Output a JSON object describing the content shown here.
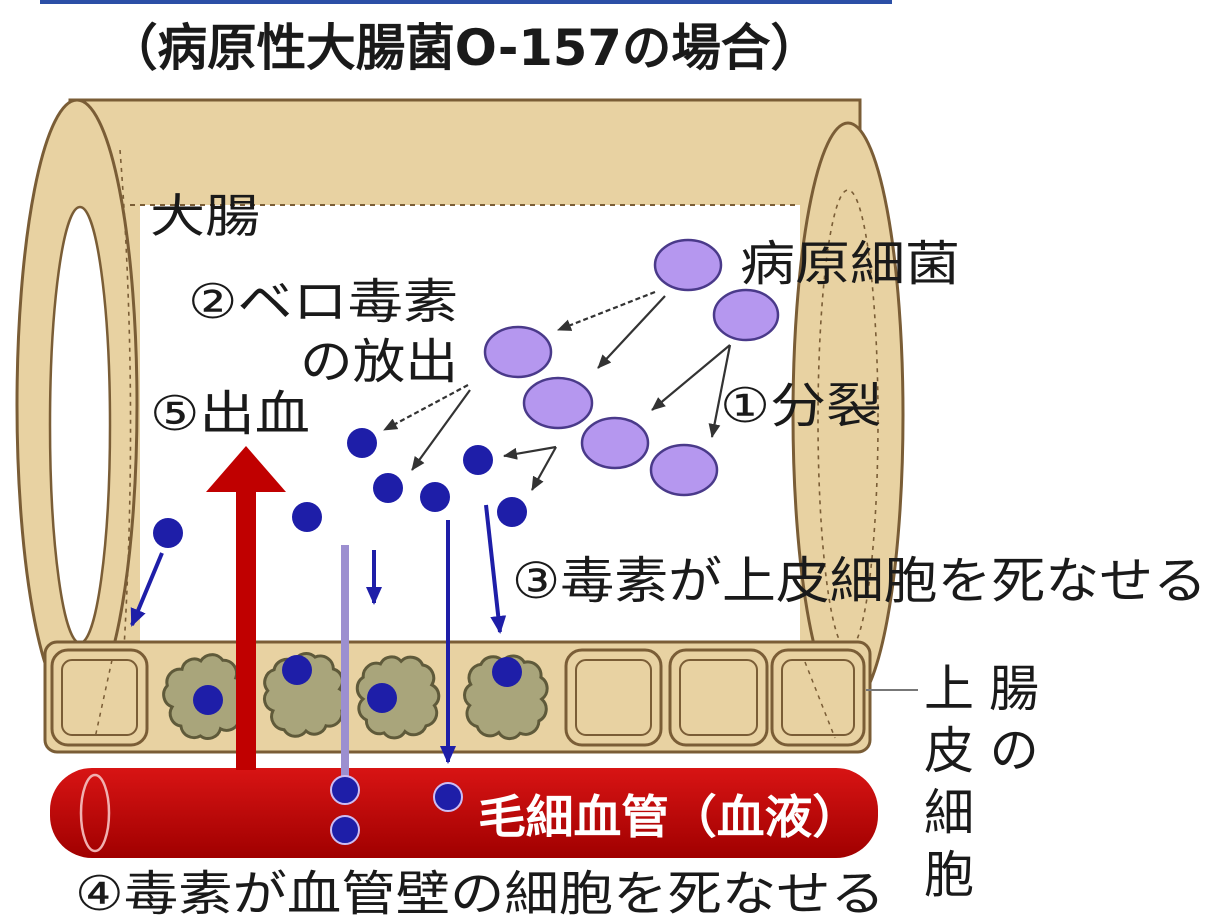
{
  "title": "（病原性大腸菌O-157の場合）",
  "labels": {
    "large_intestine": "大腸",
    "pathogenic_bacteria": "病原細菌",
    "verotoxin_release_line1": "②ベロ毒素",
    "verotoxin_release_line2": "の放出",
    "bleeding": "⑤出血",
    "division": "①分裂",
    "toxin_kills_epithelial_cells": "③毒素が上皮細胞を死なせる",
    "intestinal_epithelial_cells_col1": "腸の",
    "intestinal_epithelial_cells_col2": "上皮細胞",
    "capillary": "毛細血管（血液）",
    "toxin_kills_vessel_wall_cells": "④毒素が血管壁の細胞を死なせる"
  },
  "colors": {
    "frame_line": "#2b4fa6",
    "intestine_wall": "#e8d2a2",
    "outline": "#7a5d36",
    "damaged_cell": "#a9a57b",
    "bacteria": "#b597ef",
    "toxin": "#1e1ea8",
    "capillary": "#c20c0c",
    "bleeding_arrow": "#c00000",
    "text": "#1a1a1a"
  }
}
